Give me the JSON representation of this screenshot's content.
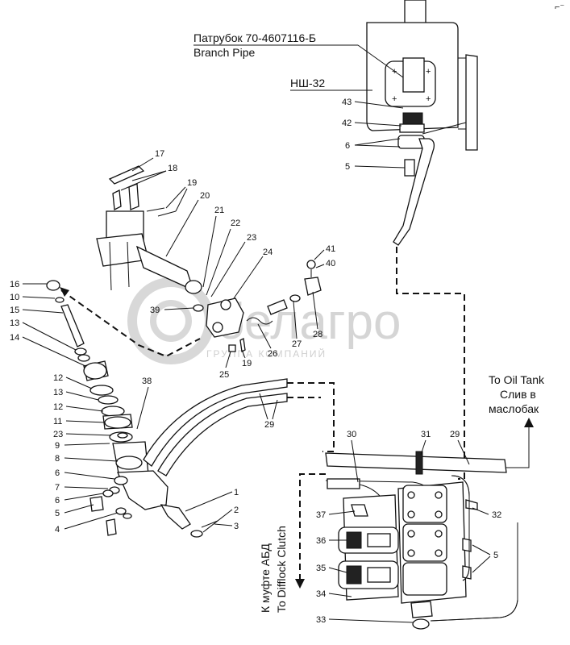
{
  "watermark": {
    "brand": "белагро",
    "subtitle": "ГРУППА КОМПАНИЙ"
  },
  "labels": {
    "branch_pipe_ru": "Патрубок 70-4607116-Б",
    "branch_pipe_en": "Branch Pipe",
    "pump": "НШ-32",
    "oil_tank_en": "To Oil Tank",
    "oil_tank_ru1": "Слив в",
    "oil_tank_ru2": "маслобак",
    "difflock_ru": "К муфте АБД",
    "difflock_en": "To Difflock Clutch",
    "corner_mark": "⌐⁻"
  },
  "callouts": {
    "n1": "1",
    "n2": "2",
    "n3": "3",
    "n4": "4",
    "n5": "5",
    "n6": "6",
    "n7": "7",
    "n8": "8",
    "n9": "9",
    "n10": "10",
    "n11": "11",
    "n12": "12",
    "n13": "13",
    "n14": "14",
    "n15": "15",
    "n16": "16",
    "n17": "17",
    "n18": "18",
    "n19": "19",
    "n20": "20",
    "n21": "21",
    "n22": "22",
    "n23": "23",
    "n24": "24",
    "n25": "25",
    "n26": "26",
    "n27": "27",
    "n28": "28",
    "n29": "29",
    "n30": "30",
    "n31": "31",
    "n32": "32",
    "n33": "33",
    "n34": "34",
    "n35": "35",
    "n36": "36",
    "n37": "37",
    "n38": "38",
    "n39": "39",
    "n40": "40",
    "n41": "41",
    "n42": "42",
    "n43": "43"
  }
}
